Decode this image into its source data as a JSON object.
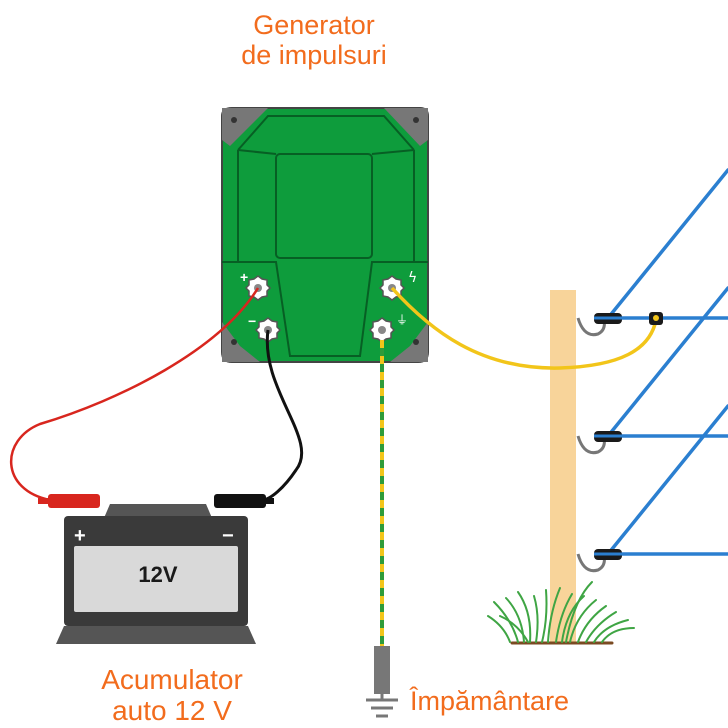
{
  "generator": {
    "label_line1": "Generator",
    "label_line2": "de impulsuri",
    "terminal_plus": "+",
    "terminal_minus": "−",
    "terminal_fence": "ϟ",
    "terminal_earth": "⏚"
  },
  "battery": {
    "label_line1": "Acumulator",
    "label_line2": "auto 12 V",
    "voltage": "12V",
    "plus_sign": "+",
    "minus_sign": "−"
  },
  "earth": {
    "label": "Împământare"
  },
  "colors": {
    "accent_label": "#f26c1d",
    "generator_body": "#0e9c3c",
    "red_wire": "#d8261e",
    "black_wire": "#111111",
    "yellow_wire": "#f2c51a",
    "earth_wire_green": "#2e9b3a",
    "fence_wire": "#2b7fd0",
    "post": "#f8d49a",
    "grass": "#3fa544"
  }
}
